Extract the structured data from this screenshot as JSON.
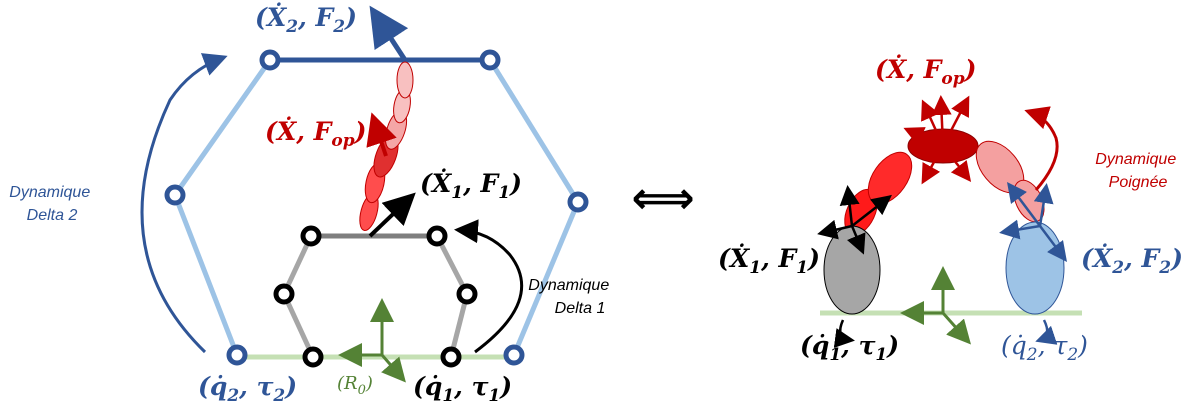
{
  "colors": {
    "blue_dark": "#2f5597",
    "blue_light": "#9dc3e6",
    "gray": "#a6a6a6",
    "gray_dark": "#7f7f7f",
    "red_dark": "#c00000",
    "red": "#ff0000",
    "red_light": "#f4a6a6",
    "green": "#548235",
    "green_light": "#c5e0b4",
    "black": "#000000"
  },
  "labels": {
    "x2_f2_left": {
      "open": "(",
      "sym": "Ẋ",
      "sub1": "2",
      "mid": ", F",
      "sub2": "2",
      "close": ")"
    },
    "x_fop_left": {
      "open": "(",
      "sym": "Ẋ",
      "mid": ", F",
      "sub2": "op",
      "close": ")"
    },
    "x1_f1_left": {
      "open": "(",
      "sym": "Ẋ",
      "sub1": "1",
      "mid": ", F",
      "sub2": "1",
      "close": ")"
    },
    "q2_t2_left": {
      "open": "(",
      "sym": "q̇",
      "sub1": "2",
      "mid": ", τ",
      "sub2": "2",
      "close": ")"
    },
    "q1_t1_left": {
      "open": "(",
      "sym": "q̇",
      "sub1": "1",
      "mid": ", τ",
      "sub2": "1",
      "close": ")"
    },
    "r0": {
      "open": "(",
      "sym": "R",
      "sub1": "0",
      "close": ")"
    },
    "x_fop_right": {
      "open": "(",
      "sym": "Ẋ",
      "mid": ", F",
      "sub2": "op",
      "close": ")"
    },
    "x1_f1_right": {
      "open": "(",
      "sym": "Ẋ",
      "sub1": "1",
      "mid": ", F",
      "sub2": "1",
      "close": ")"
    },
    "x2_f2_right": {
      "open": "(",
      "sym": "Ẋ",
      "sub1": "2",
      "mid": ", F",
      "sub2": "2",
      "close": ")"
    },
    "q1_t1_right": {
      "open": "(",
      "sym": "q̇",
      "sub1": "1",
      "mid": ", τ",
      "sub2": "1",
      "close": ")"
    },
    "q2_t2_right": {
      "open": "(",
      "sym": "q̇",
      "sub1": "2",
      "mid": ", τ",
      "sub2": "2",
      "close": ")"
    }
  },
  "captions": {
    "dyn_delta2": {
      "line1": "Dynamique",
      "line2": "Delta 2"
    },
    "dyn_delta1": {
      "line1": "Dynamique",
      "line2": "Delta 1"
    },
    "dyn_poignee": {
      "line1": "Dynamique",
      "line2": "Poignée"
    }
  },
  "equivalence_symbol": "⟺"
}
